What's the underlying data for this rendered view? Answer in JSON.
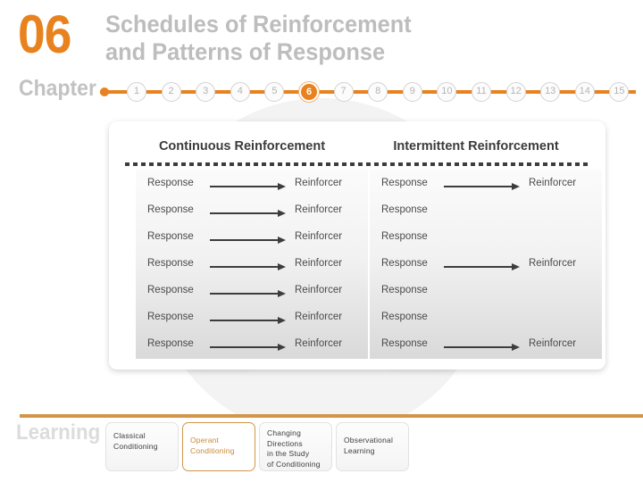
{
  "header": {
    "chapter_number": "06",
    "chapter_word": "Chapter",
    "title": "Schedules of Reinforcement\nand Patterns of Response",
    "accent_color": "#E8821E",
    "title_color": "#bdbdbd"
  },
  "timeline": {
    "nodes": [
      "1",
      "2",
      "3",
      "4",
      "5",
      "6",
      "7",
      "8",
      "9",
      "10",
      "11",
      "12",
      "13",
      "14",
      "15"
    ],
    "active": "6",
    "active_color": "#E8821E",
    "rail_color": "#E8821E"
  },
  "panel": {
    "headings": {
      "continuous": "Continuous Reinforcement",
      "intermittent": "Intermittent Reinforcement"
    },
    "labels": {
      "response": "Response",
      "reinforcer": "Reinforcer"
    },
    "continuous_rows": [
      {
        "response": "Response",
        "has_arrow": true,
        "reinforcer": "Reinforcer"
      },
      {
        "response": "Response",
        "has_arrow": true,
        "reinforcer": "Reinforcer"
      },
      {
        "response": "Response",
        "has_arrow": true,
        "reinforcer": "Reinforcer"
      },
      {
        "response": "Response",
        "has_arrow": true,
        "reinforcer": "Reinforcer"
      },
      {
        "response": "Response",
        "has_arrow": true,
        "reinforcer": "Reinforcer"
      },
      {
        "response": "Response",
        "has_arrow": true,
        "reinforcer": "Reinforcer"
      },
      {
        "response": "Response",
        "has_arrow": true,
        "reinforcer": "Reinforcer"
      }
    ],
    "intermittent_rows": [
      {
        "response": "Response",
        "has_arrow": true,
        "reinforcer": "Reinforcer"
      },
      {
        "response": "Response",
        "has_arrow": false,
        "reinforcer": ""
      },
      {
        "response": "Response",
        "has_arrow": false,
        "reinforcer": ""
      },
      {
        "response": "Response",
        "has_arrow": true,
        "reinforcer": "Reinforcer"
      },
      {
        "response": "Response",
        "has_arrow": false,
        "reinforcer": ""
      },
      {
        "response": "Response",
        "has_arrow": false,
        "reinforcer": ""
      },
      {
        "response": "Response",
        "has_arrow": true,
        "reinforcer": "Reinforcer"
      }
    ]
  },
  "footer": {
    "label": "Learning",
    "rule_color": "#D2954A",
    "active_card_color": "#C8883A",
    "cards": [
      {
        "text": "Classical\nConditioning",
        "active": false
      },
      {
        "text": "Operant\nConditioning",
        "active": true
      },
      {
        "text": "Changing\nDirections\nin the Study\nof Conditioning",
        "active": false
      },
      {
        "text": "Observational\nLearning",
        "active": false
      }
    ]
  }
}
